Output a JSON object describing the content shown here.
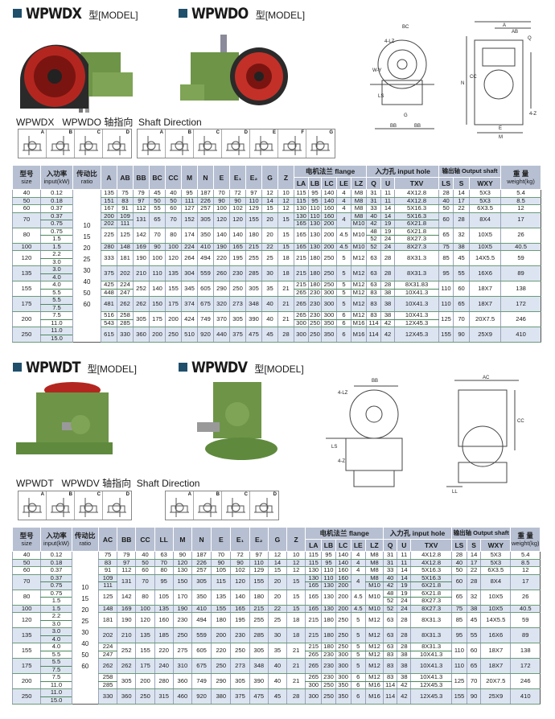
{
  "section1": {
    "models": [
      {
        "name": "WPWDX",
        "suffix": "型[MODEL]"
      },
      {
        "name": "WPWDO",
        "suffix": "型[MODEL]"
      }
    ],
    "shaft_direction": "WPWDX   WPWDO 轴指向  Shaft Direction",
    "group1": [
      "A",
      "B",
      "C",
      "D"
    ],
    "group2": [
      "A",
      "B",
      "C",
      "D",
      "E",
      "F",
      "G"
    ],
    "drawing_labels": {
      "bc": "BC",
      "lz": "4-LZ",
      "wy": "W-Y",
      "ls": "LS",
      "bb1": "BB",
      "bb2": "BB",
      "g": "G",
      "a": "A",
      "ab": "AB",
      "q": "Q",
      "n": "N",
      "cc": "CC",
      "e": "E",
      "m": "M",
      "z": "4-Z"
    }
  },
  "section2": {
    "models": [
      {
        "name": "WPWDT",
        "suffix": "型[MODEL]"
      },
      {
        "name": "WPWDV",
        "suffix": "型[MODEL]"
      }
    ],
    "shaft_direction": "WPWDT   WPWDV 轴指向  Shaft Direction",
    "group1": [
      "A",
      "B",
      "C",
      "D"
    ],
    "group2": [
      "A",
      "B",
      "C",
      "D"
    ],
    "drawing_labels": {
      "bb": "BB",
      "lz": "4-LZ",
      "ls": "LS",
      "z": "4-Z",
      "ac": "AC",
      "cc": "CC",
      "ll": "LL"
    }
  },
  "header": {
    "size_cn": "型号",
    "size_en": "size",
    "input_cn": "入功率",
    "input_en": "input(kW)",
    "ratio_cn": "传动比",
    "ratio_en": "ratio",
    "flange": "电机法兰  flange",
    "input_hole": "入力孔 input  hole",
    "output_shaft": "输出轴 Output shaft",
    "weight_cn": "重 量",
    "weight_en": "weight(kg)",
    "sub": [
      "LA",
      "LB",
      "LC",
      "LE",
      "LZ",
      "Q",
      "U",
      "TXV",
      "LS",
      "S",
      "WXY"
    ]
  },
  "ratios": [
    "10",
    "15",
    "20",
    "25",
    "30",
    "40",
    "50",
    "60"
  ],
  "table1": {
    "dims": [
      "A",
      "AB",
      "BB",
      "BC",
      "CC",
      "M",
      "N",
      "E",
      "E₁",
      "E₂",
      "G",
      "Z"
    ],
    "rows": [
      [
        "40",
        "0.12",
        "135",
        "75",
        "79",
        "45",
        "40",
        "95",
        "187",
        "70",
        "72",
        "97",
        "12",
        "10",
        "115",
        "95",
        "140",
        "4",
        "M8",
        "31",
        "11",
        "4X12.8",
        "28",
        "14",
        "5X3",
        "5.4"
      ],
      [
        "50",
        "0.18",
        "151",
        "83",
        "97",
        "50",
        "50",
        "111",
        "226",
        "90",
        "90",
        "110",
        "14",
        "12",
        "115",
        "95",
        "140",
        "4",
        "M8",
        "31",
        "11",
        "4X12.8",
        "40",
        "17",
        "5X3",
        "8.5"
      ],
      [
        "60",
        "0.37",
        "167",
        "91",
        "112",
        "55",
        "60",
        "127",
        "257",
        "100",
        "102",
        "129",
        "15",
        "12",
        "130",
        "110",
        "160",
        "4",
        "M8",
        "33",
        "14",
        "5X16.3",
        "50",
        "22",
        "6X3.5",
        "12"
      ],
      [
        "70",
        [
          "0.37",
          "0.75"
        ],
        [
          "200",
          "202"
        ],
        [
          "109",
          "111"
        ],
        "131",
        "65",
        "70",
        "152",
        "305",
        "120",
        "120",
        "155",
        "20",
        "15",
        [
          "130",
          "165"
        ],
        [
          "110",
          "130"
        ],
        [
          "160",
          "200"
        ],
        "4",
        [
          "M8",
          "M10"
        ],
        [
          "40",
          "42"
        ],
        [
          "14",
          "19"
        ],
        [
          "5X16.3",
          "6X21.8"
        ],
        "60",
        "28",
        "8X4",
        "17"
      ],
      [
        "80",
        [
          "0.75",
          "1.5"
        ],
        "225",
        "125",
        "142",
        "70",
        "80",
        "174",
        "350",
        "140",
        "140",
        "180",
        "20",
        "15",
        "165",
        "130",
        "200",
        "4.5",
        "M10",
        [
          "48",
          "52"
        ],
        [
          "19",
          "24"
        ],
        [
          "6X21.8",
          "8X27.3"
        ],
        "65",
        "32",
        "10X5",
        "26"
      ],
      [
        "100",
        "1.5",
        "280",
        "148",
        "169",
        "90",
        "100",
        "224",
        "410",
        "190",
        "165",
        "215",
        "22",
        "15",
        "165",
        "130",
        "200",
        "4.5",
        "M10",
        "52",
        "24",
        "8X27.3",
        "75",
        "38",
        "10X5",
        "40.5"
      ],
      [
        "120",
        [
          "2.2",
          "3.0"
        ],
        "333",
        "181",
        "190",
        "100",
        "120",
        "264",
        "494",
        "220",
        "195",
        "255",
        "25",
        "18",
        "215",
        "180",
        "250",
        "5",
        "M12",
        "63",
        "28",
        "8X31.3",
        "85",
        "45",
        "14X5.5",
        "59"
      ],
      [
        "135",
        [
          "3.0",
          "4.0"
        ],
        "375",
        "202",
        "210",
        "110",
        "135",
        "304",
        "559",
        "260",
        "230",
        "285",
        "30",
        "18",
        "215",
        "180",
        "250",
        "5",
        "M12",
        "63",
        "28",
        "8X31.3",
        "95",
        "55",
        "16X6",
        "89"
      ],
      [
        "155",
        [
          "4.0",
          "5.5"
        ],
        [
          "425",
          "448"
        ],
        [
          "224",
          "247"
        ],
        "252",
        "140",
        "155",
        "345",
        "605",
        "290",
        "250",
        "305",
        "35",
        "21",
        [
          "215",
          "265"
        ],
        [
          "180",
          "230"
        ],
        [
          "250",
          "300"
        ],
        [
          "5",
          "5"
        ],
        [
          "M12",
          "M12"
        ],
        [
          "63",
          "83"
        ],
        [
          "28",
          "38"
        ],
        [
          "8X31.83",
          "10X41.3"
        ],
        "110",
        "60",
        "18X7",
        "138"
      ],
      [
        "175",
        [
          "5.5",
          "7.5"
        ],
        "481",
        "262",
        "262",
        "150",
        "175",
        "374",
        "675",
        "320",
        "273",
        "348",
        "40",
        "21",
        "265",
        "230",
        "300",
        "5",
        "M12",
        "83",
        "38",
        "10X41.3",
        "110",
        "65",
        "18X7",
        "172"
      ],
      [
        "200",
        [
          "7.5",
          "11.0"
        ],
        [
          "516",
          "543"
        ],
        [
          "258",
          "285"
        ],
        "305",
        "175",
        "200",
        "424",
        "749",
        "370",
        "305",
        "390",
        "40",
        "21",
        [
          "265",
          "300"
        ],
        [
          "230",
          "250"
        ],
        [
          "300",
          "350"
        ],
        [
          "6",
          "6"
        ],
        [
          "M12",
          "M16"
        ],
        [
          "83",
          "114"
        ],
        [
          "38",
          "42"
        ],
        [
          "10X41.3",
          "12X45.3"
        ],
        "125",
        "70",
        "20X7.5",
        "246"
      ],
      [
        "250",
        [
          "11.0",
          "15.0"
        ],
        "615",
        "330",
        "360",
        "200",
        "250",
        "510",
        "920",
        "440",
        "375",
        "475",
        "45",
        "28",
        "300",
        "250",
        "350",
        "6",
        "M16",
        "114",
        "42",
        "12X45.3",
        "155",
        "90",
        "25X9",
        "410"
      ]
    ]
  },
  "table2": {
    "dims": [
      "AC",
      "BB",
      "CC",
      "LL",
      "M",
      "N",
      "E",
      "E₁",
      "E₂",
      "G",
      "Z"
    ],
    "rows": [
      [
        "40",
        "0.12",
        "75",
        "79",
        "40",
        "63",
        "90",
        "187",
        "70",
        "72",
        "97",
        "12",
        "10",
        "115",
        "95",
        "140",
        "4",
        "M8",
        "31",
        "11",
        "4X12.8",
        "28",
        "14",
        "5X3",
        "5.4"
      ],
      [
        "50",
        "0.18",
        "83",
        "97",
        "50",
        "70",
        "120",
        "226",
        "90",
        "90",
        "110",
        "14",
        "12",
        "115",
        "95",
        "140",
        "4",
        "M8",
        "31",
        "11",
        "4X12.8",
        "40",
        "17",
        "5X3",
        "8.5"
      ],
      [
        "60",
        "0.37",
        "91",
        "112",
        "60",
        "80",
        "130",
        "257",
        "105",
        "102",
        "129",
        "15",
        "12",
        "130",
        "110",
        "160",
        "4",
        "M8",
        "33",
        "14",
        "5X16.3",
        "50",
        "22",
        "6X3.5",
        "12"
      ],
      [
        "70",
        [
          "0.37",
          "0.75"
        ],
        [
          "109",
          "111"
        ],
        "131",
        "70",
        "95",
        "150",
        "305",
        "115",
        "120",
        "155",
        "20",
        "15",
        [
          "130",
          "165"
        ],
        [
          "110",
          "130"
        ],
        [
          "160",
          "200"
        ],
        "4",
        [
          "M8",
          "M10"
        ],
        [
          "40",
          "42"
        ],
        [
          "14",
          "19"
        ],
        [
          "5X16.3",
          "6X21.8"
        ],
        "60",
        "28",
        "8X4",
        "17"
      ],
      [
        "80",
        [
          "0.75",
          "1.5"
        ],
        "125",
        "142",
        "80",
        "105",
        "170",
        "350",
        "135",
        "140",
        "180",
        "20",
        "15",
        "165",
        "130",
        "200",
        "4.5",
        "M10",
        [
          "48",
          "52"
        ],
        [
          "19",
          "24"
        ],
        [
          "6X21.8",
          "8X27.3"
        ],
        "65",
        "32",
        "10X5",
        "26"
      ],
      [
        "100",
        "1.5",
        "148",
        "169",
        "100",
        "135",
        "190",
        "410",
        "155",
        "165",
        "215",
        "22",
        "15",
        "165",
        "130",
        "200",
        "4.5",
        "M10",
        "52",
        "24",
        "8X27.3",
        "75",
        "38",
        "10X5",
        "40.5"
      ],
      [
        "120",
        [
          "2.2",
          "3.0"
        ],
        "181",
        "190",
        "120",
        "160",
        "230",
        "494",
        "180",
        "195",
        "255",
        "25",
        "18",
        "215",
        "180",
        "250",
        "5",
        "M12",
        "63",
        "28",
        "8X31.3",
        "85",
        "45",
        "14X5.5",
        "59"
      ],
      [
        "135",
        [
          "3.0",
          "4.0"
        ],
        "202",
        "210",
        "135",
        "185",
        "250",
        "559",
        "200",
        "230",
        "285",
        "30",
        "18",
        "215",
        "180",
        "250",
        "5",
        "M12",
        "63",
        "28",
        "8X31.3",
        "95",
        "55",
        "16X6",
        "89"
      ],
      [
        "155",
        [
          "4.0",
          "5.5"
        ],
        [
          "224",
          "247"
        ],
        "252",
        "155",
        "220",
        "275",
        "605",
        "220",
        "250",
        "305",
        "35",
        "21",
        [
          "215",
          "265"
        ],
        [
          "180",
          "230"
        ],
        [
          "250",
          "300"
        ],
        [
          "5",
          "5"
        ],
        [
          "M12",
          "M12"
        ],
        [
          "63",
          "83"
        ],
        [
          "28",
          "38"
        ],
        [
          "8X31.3",
          "10X41.3"
        ],
        "110",
        "60",
        "18X7",
        "138"
      ],
      [
        "175",
        [
          "5.5",
          "7.5"
        ],
        "262",
        "262",
        "175",
        "240",
        "310",
        "675",
        "250",
        "273",
        "348",
        "40",
        "21",
        "265",
        "230",
        "300",
        "5",
        "M12",
        "83",
        "38",
        "10X41.3",
        "110",
        "65",
        "18X7",
        "172"
      ],
      [
        "200",
        [
          "7.5",
          "11.0"
        ],
        [
          "258",
          "285"
        ],
        "305",
        "200",
        "280",
        "360",
        "749",
        "290",
        "305",
        "390",
        "40",
        "21",
        [
          "265",
          "300"
        ],
        [
          "230",
          "250"
        ],
        [
          "300",
          "350"
        ],
        [
          "6",
          "6"
        ],
        [
          "M12",
          "M16"
        ],
        [
          "83",
          "114"
        ],
        [
          "38",
          "42"
        ],
        [
          "10X41.3",
          "12X45.3"
        ],
        "125",
        "70",
        "20X7.5",
        "246"
      ],
      [
        "250",
        [
          "11.0",
          "15.0"
        ],
        "330",
        "360",
        "250",
        "315",
        "460",
        "920",
        "380",
        "375",
        "475",
        "45",
        "28",
        "300",
        "250",
        "350",
        "6",
        "M16",
        "114",
        "42",
        "12X45.3",
        "155",
        "90",
        "25X9",
        "410"
      ]
    ]
  }
}
